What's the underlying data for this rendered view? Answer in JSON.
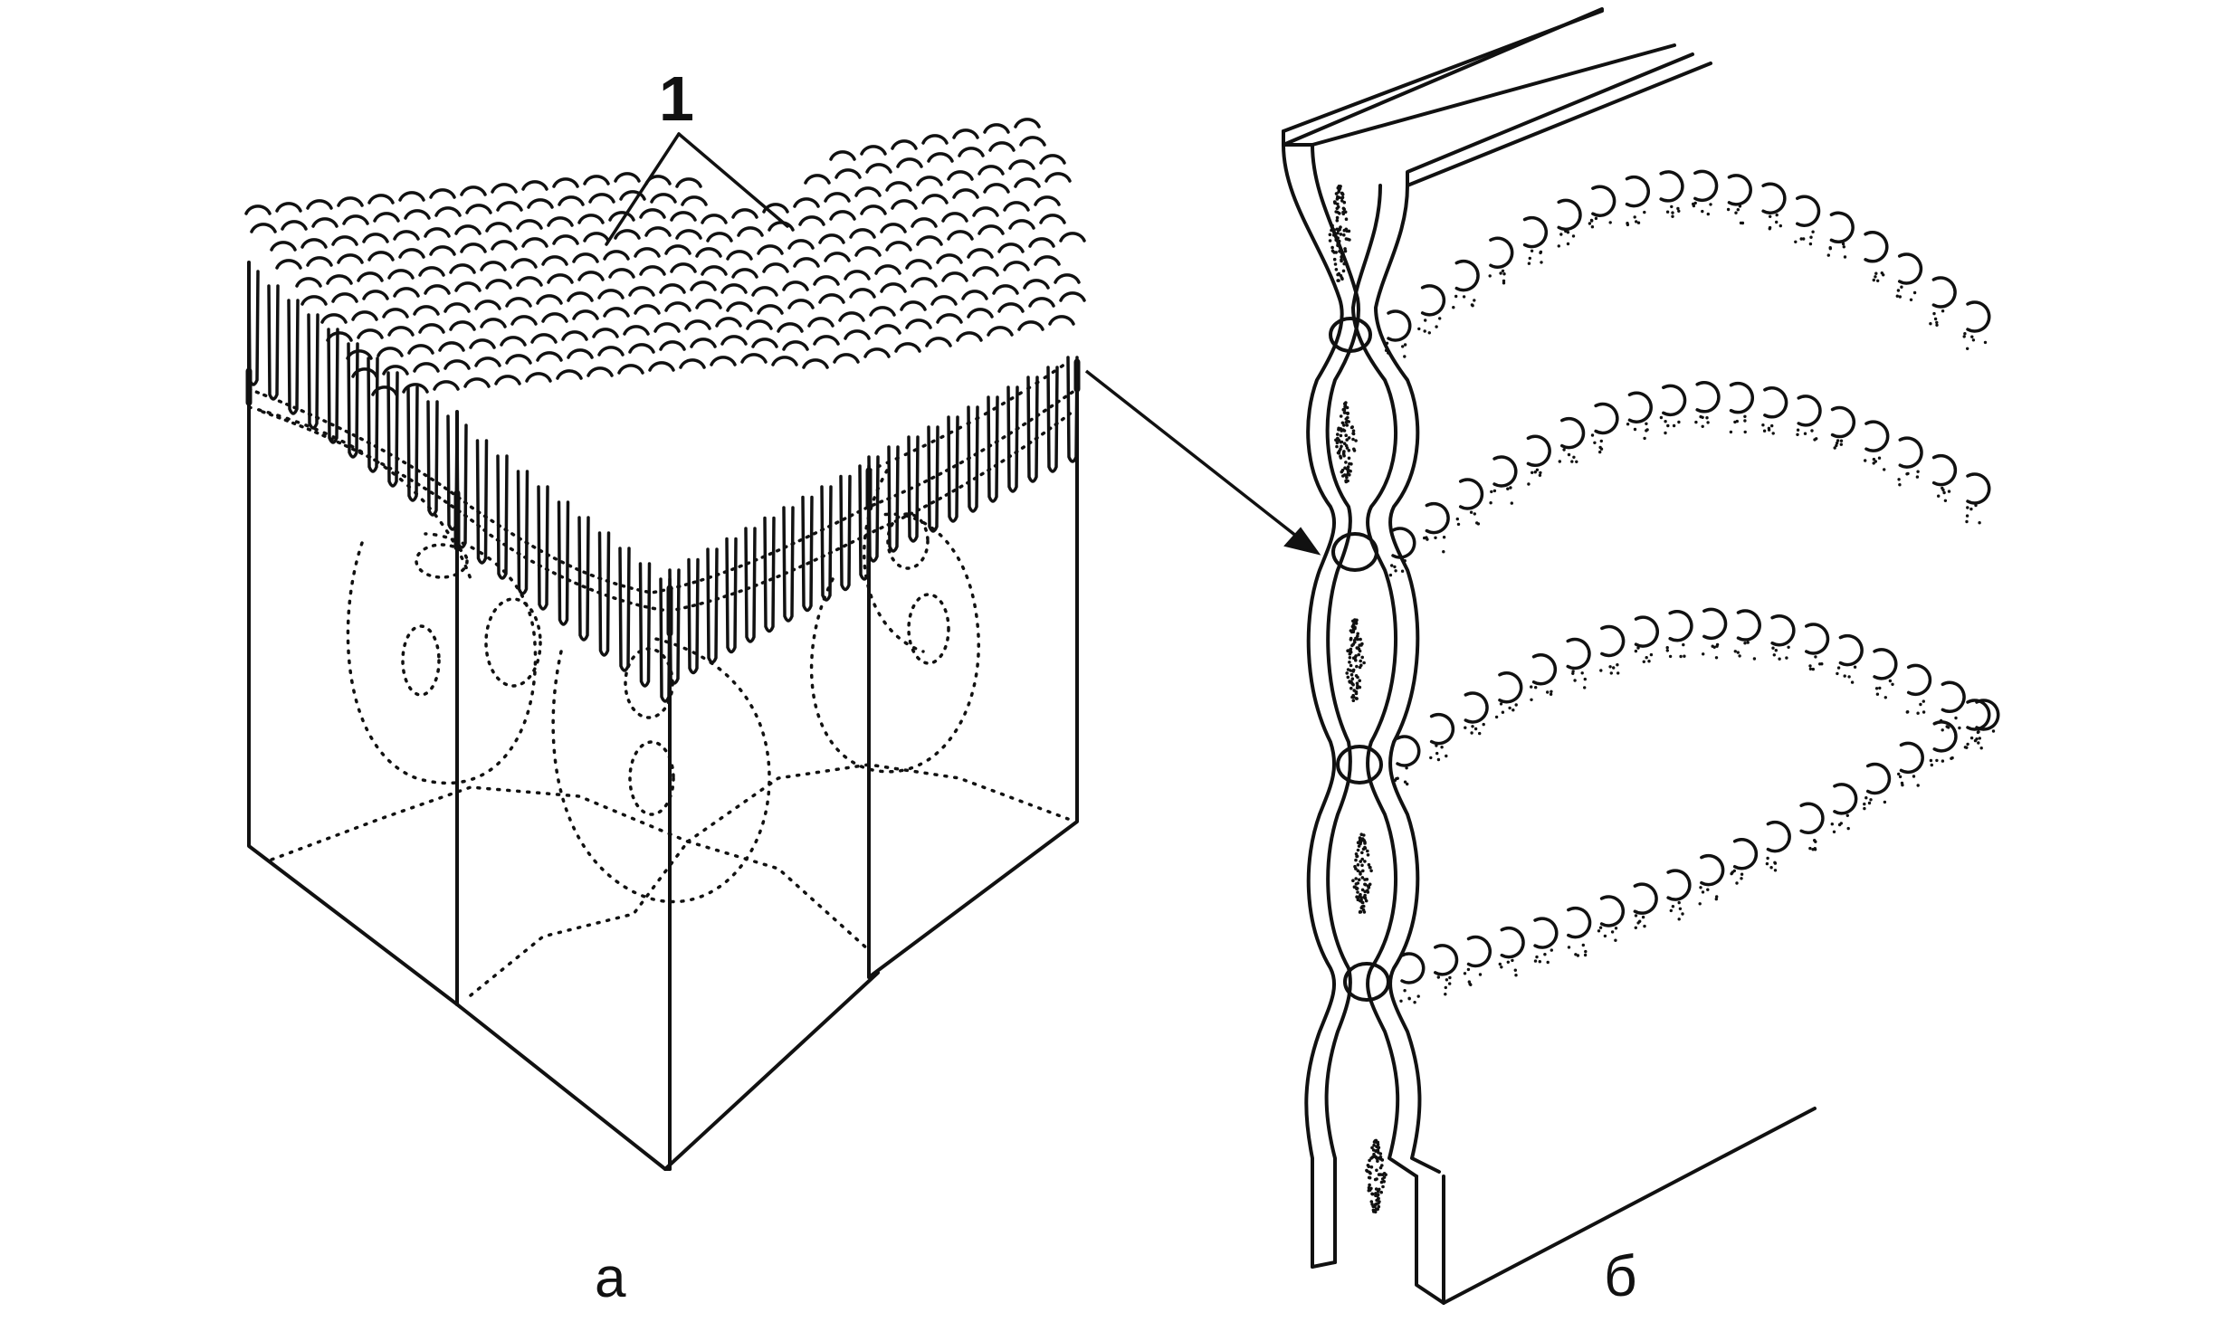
{
  "labels": {
    "pointer": "1",
    "panel_a": "а",
    "panel_b": "б"
  },
  "colors": {
    "ink": "#111111",
    "paper": "#ffffff"
  }
}
